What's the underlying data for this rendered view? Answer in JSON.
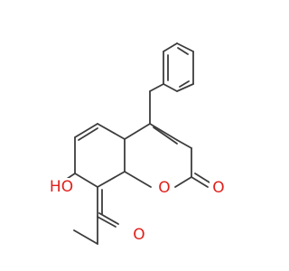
{
  "molecule": {
    "atoms": {
      "hydroxyl_label": "HO",
      "ring_oxygen_label": "O",
      "lactone_carbonyl_label": "O",
      "acetyl_oxygen_label": "O"
    },
    "colors": {
      "bond": "#3c3c3c",
      "heteroatom": "#e0201b",
      "background": "#ffffff"
    }
  }
}
